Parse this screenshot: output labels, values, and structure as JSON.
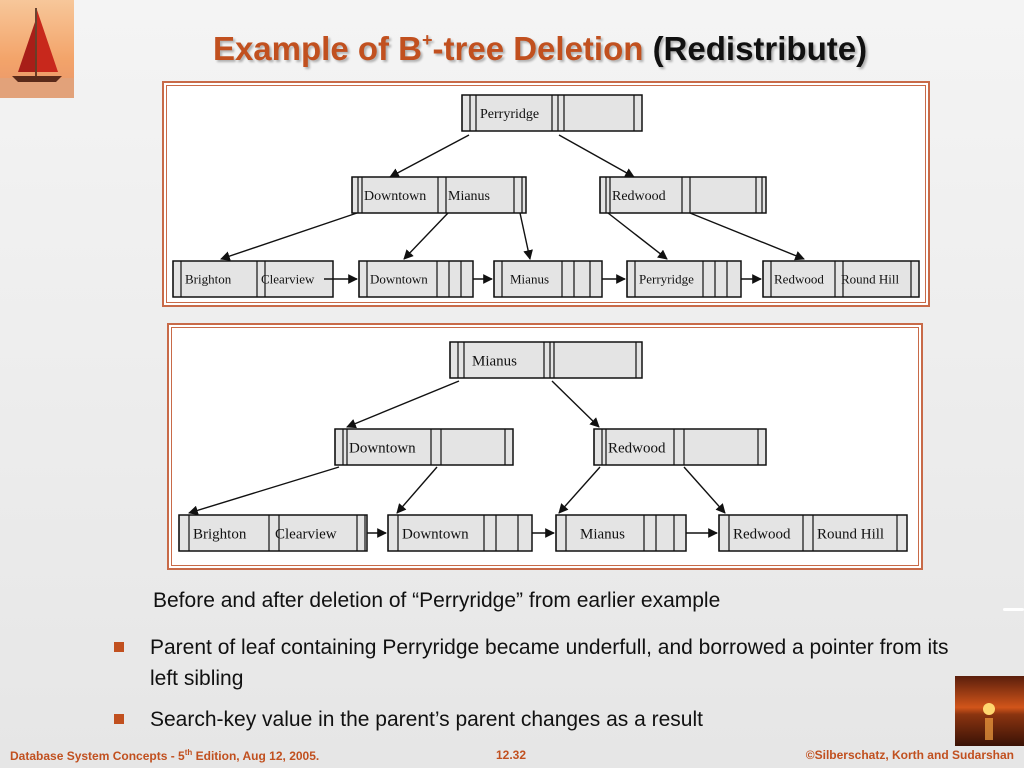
{
  "title": {
    "prefix": "Example of B",
    "superscript": "+",
    "suffix": "-tree Deletion",
    "paren": "(Redistribute)"
  },
  "caption": "Before and after deletion of “Perryridge” from earlier example",
  "bullets": [
    "Parent  of leaf containing Perryridge became underfull, and borrowed a pointer from its left sibling",
    "Search-key value in the parent’s parent changes as a result"
  ],
  "footer": {
    "left_prefix": "Database System Concepts - 5",
    "left_sup": "th",
    "left_suffix": " Edition, Aug 12, 2005.",
    "center": "12.32",
    "right": "©Silberschatz, Korth and Sudarshan"
  },
  "colors": {
    "accent": "#c1501f",
    "node_fill": "#e4e4e4",
    "panel_border": "#c86a48"
  },
  "trees": {
    "before": {
      "root": [
        "Perryridge",
        ""
      ],
      "internal": [
        [
          "Downtown",
          "Mianus"
        ],
        [
          "Redwood",
          ""
        ]
      ],
      "leaves": [
        [
          "Brighton",
          "Clearview"
        ],
        [
          "Downtown",
          ""
        ],
        [
          "Mianus",
          ""
        ],
        [
          "Perryridge",
          ""
        ],
        [
          "Redwood",
          "Round Hill"
        ]
      ]
    },
    "after": {
      "root": [
        "Mianus",
        ""
      ],
      "internal": [
        [
          "Downtown",
          ""
        ],
        [
          "Redwood",
          ""
        ]
      ],
      "leaves": [
        [
          "Brighton",
          "Clearview"
        ],
        [
          "Downtown",
          ""
        ],
        [
          "Mianus",
          ""
        ],
        [
          "Redwood",
          "Round Hill"
        ]
      ]
    }
  }
}
